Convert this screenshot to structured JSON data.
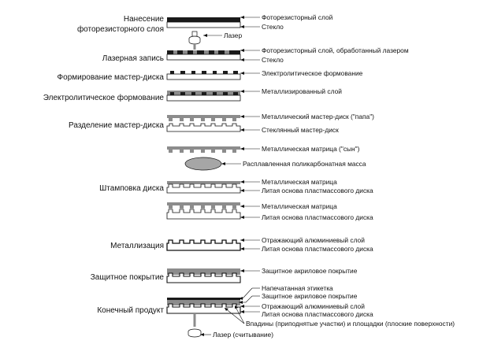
{
  "stages": [
    "Нанесение",
    "фоторезисторного слоя",
    "Лазерная запись",
    "Формирование мастер-диска",
    "Электролитическое формование",
    "Разделение мастер-диска",
    "Штамповка диска",
    "Металлизация",
    "Защитное покрытие",
    "Конечный продукт"
  ],
  "labels": [
    "Фоторезисторный слой",
    "Стекло",
    "Лазер",
    "Фоторезисторный слой, обработанный лазером",
    "Стекло",
    "Электролитическое формование",
    "Металлизированный слой",
    "Металлический мастер-диск (\"папа\")",
    "Стеклянный мастер-диск",
    "Металлическая матрица (\"сын\")",
    "Расплавленная поликарбонатная масса",
    "Металлическая матрица",
    "Литая основа пластмассового диска",
    "Металлическая матрица",
    "Литая основа пластмассового диска",
    "Отражающий алюминиевый слой",
    "Литая основа пластмассового диска",
    "Защитное акриловое покрытие",
    "Напечатанная этикетка",
    "Защитное акриловое покрытие",
    "Отражающий алюминиевый слой",
    "Литая основа пластмассового диска",
    "Впадины (приподнятые участки) и площадки (плоские поверхности)",
    "Лазер (считывание)"
  ],
  "colors": {
    "ink": "#111111",
    "black_layer": "#1a1a1a",
    "grey_layer": "#8c8c8c",
    "blob": "#a6a6a6",
    "glass": "#ffffff"
  }
}
